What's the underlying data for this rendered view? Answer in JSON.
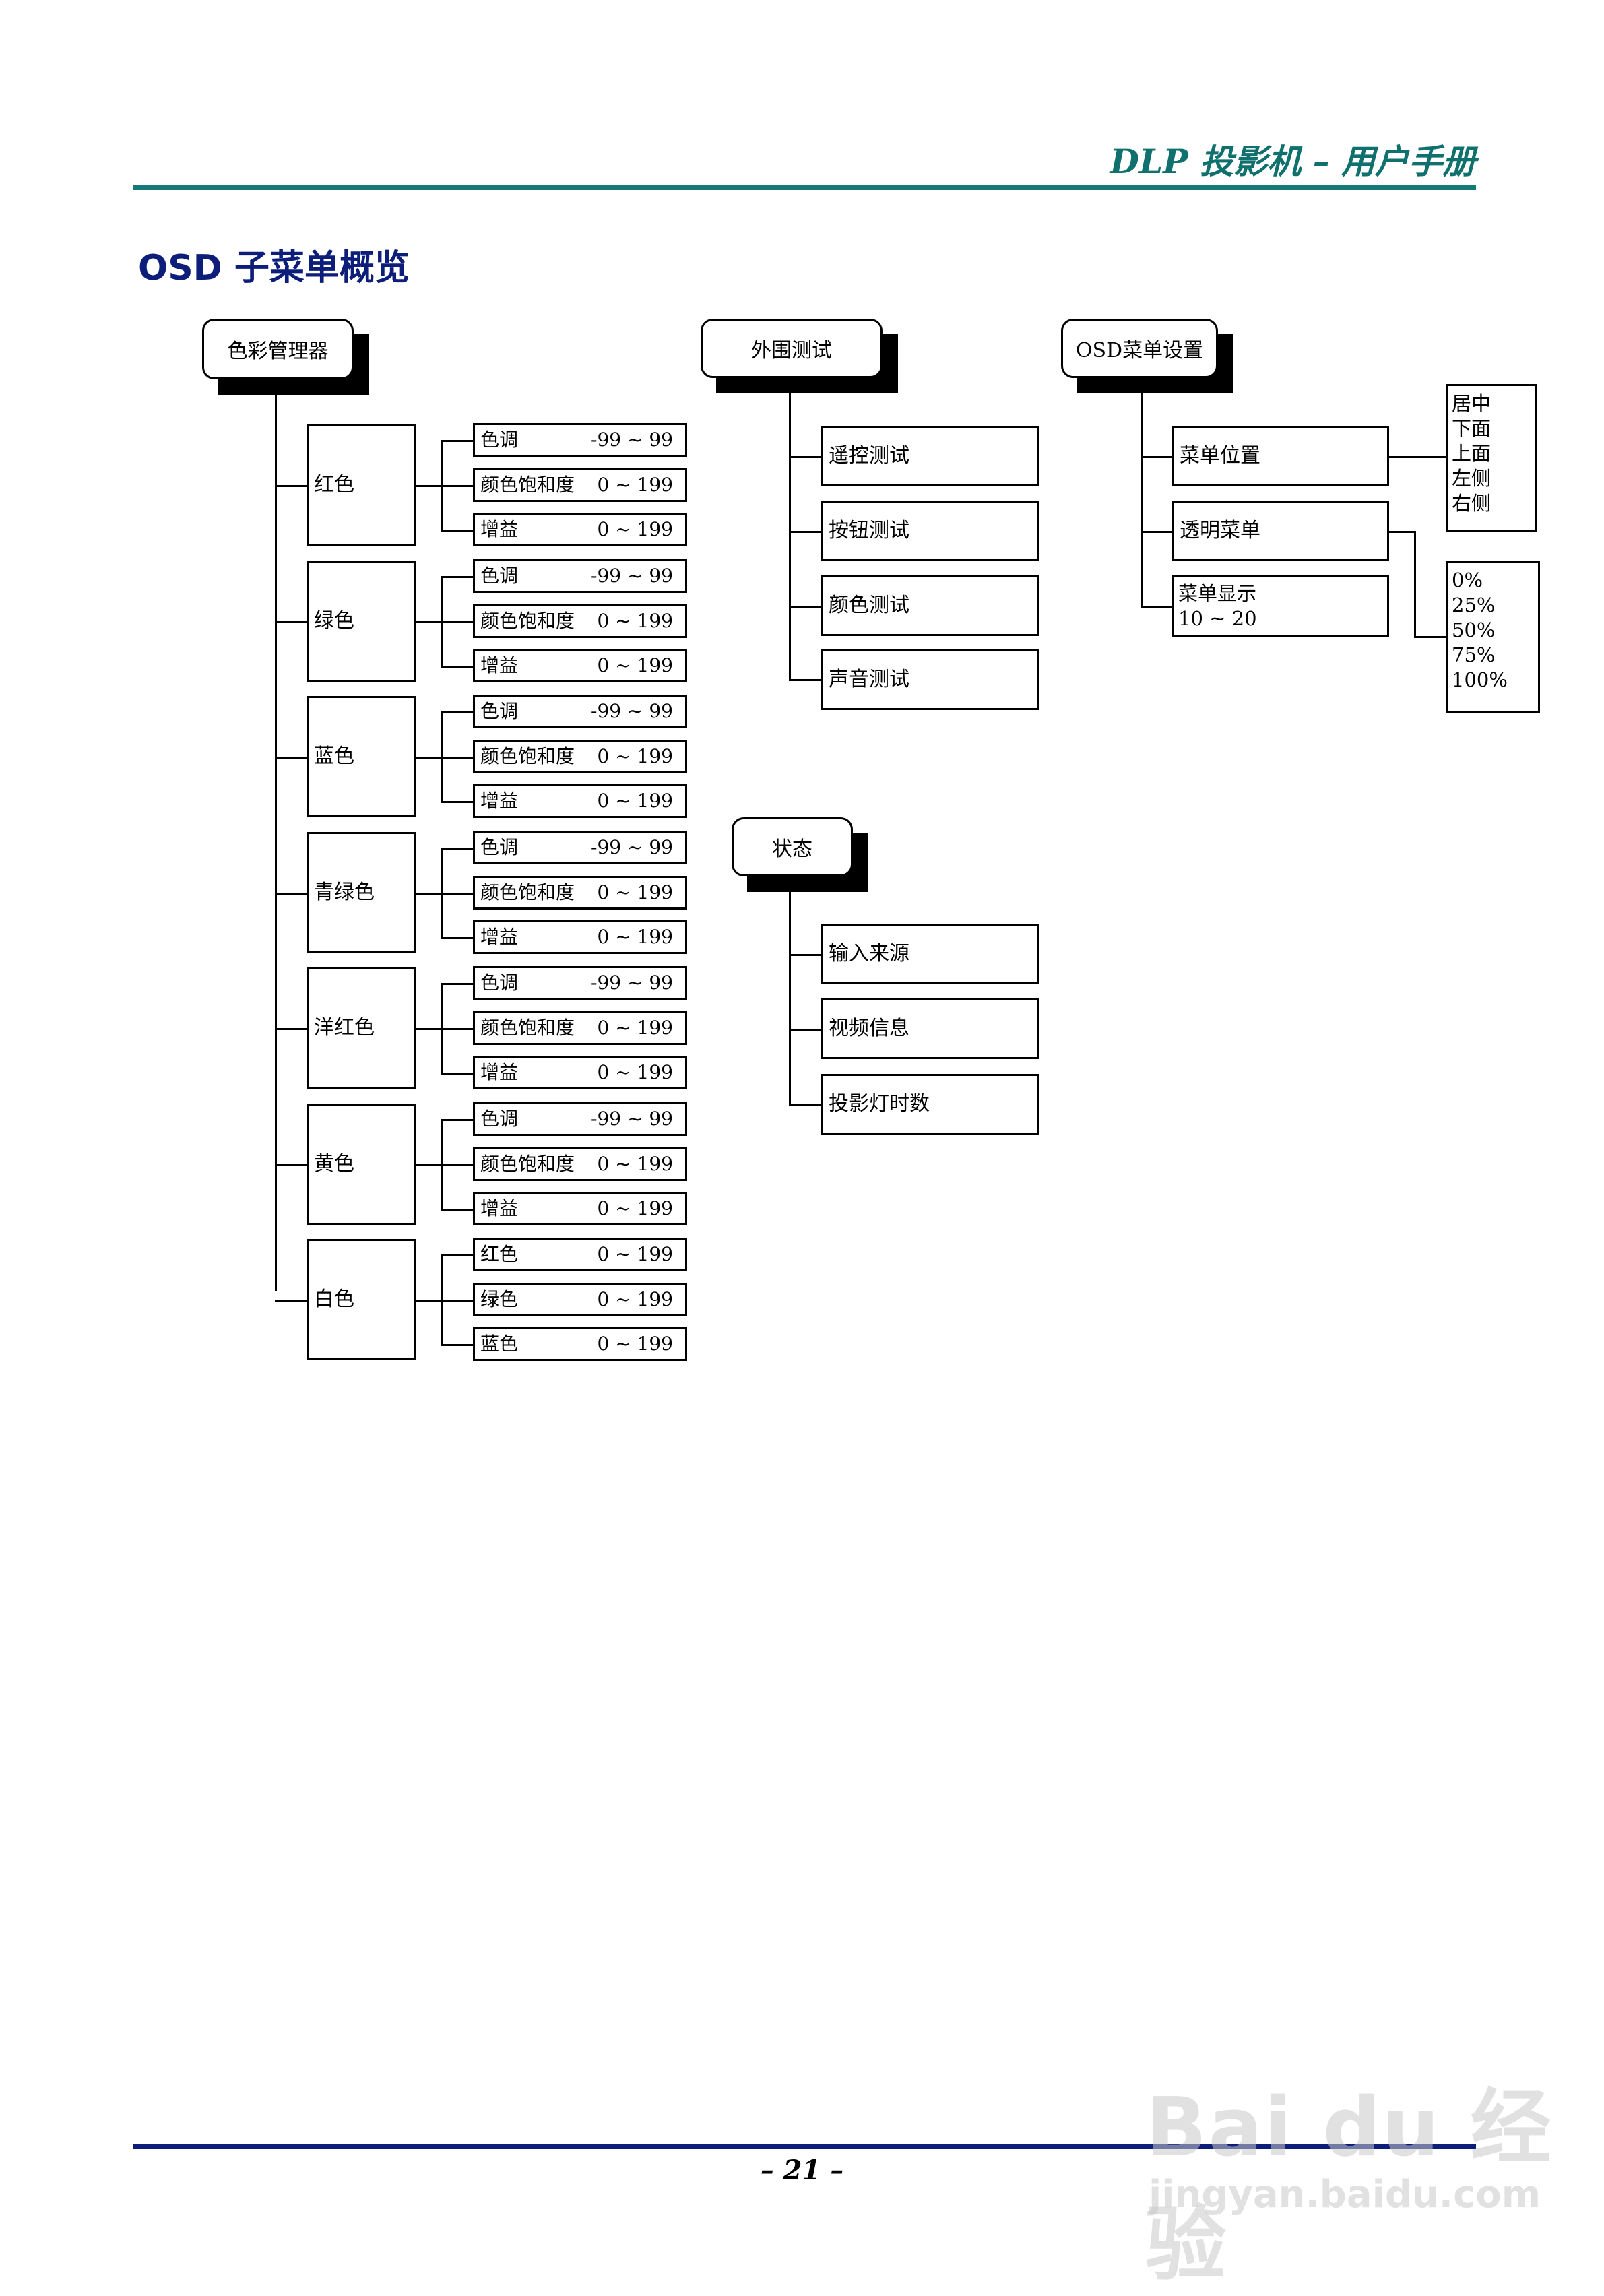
{
  "header": {
    "title": "DLP 投影机 – 用户手册"
  },
  "section": {
    "title": "OSD 子菜单概览"
  },
  "color_manager": {
    "label": "色彩管理器",
    "categories": [
      {
        "label": "红色",
        "items": [
          {
            "name": "色调",
            "range": "-99 ~ 99"
          },
          {
            "name": "颜色饱和度",
            "range": "0 ~ 199"
          },
          {
            "name": "增益",
            "range": "0 ~ 199"
          }
        ]
      },
      {
        "label": "绿色",
        "items": [
          {
            "name": "色调",
            "range": "-99 ~ 99"
          },
          {
            "name": "颜色饱和度",
            "range": "0 ~ 199"
          },
          {
            "name": "增益",
            "range": "0 ~ 199"
          }
        ]
      },
      {
        "label": "蓝色",
        "items": [
          {
            "name": "色调",
            "range": "-99 ~ 99"
          },
          {
            "name": "颜色饱和度",
            "range": "0 ~ 199"
          },
          {
            "name": "增益",
            "range": "0 ~ 199"
          }
        ]
      },
      {
        "label": "青绿色",
        "items": [
          {
            "name": "色调",
            "range": "-99 ~ 99"
          },
          {
            "name": "颜色饱和度",
            "range": "0 ~ 199"
          },
          {
            "name": "增益",
            "range": "0 ~ 199"
          }
        ]
      },
      {
        "label": "洋红色",
        "items": [
          {
            "name": "色调",
            "range": "-99 ~ 99"
          },
          {
            "name": "颜色饱和度",
            "range": "0 ~ 199"
          },
          {
            "name": "增益",
            "range": "0 ~ 199"
          }
        ]
      },
      {
        "label": "黄色",
        "items": [
          {
            "name": "色调",
            "range": "-99 ~ 99"
          },
          {
            "name": "颜色饱和度",
            "range": "0 ~ 199"
          },
          {
            "name": "增益",
            "range": "0 ~ 199"
          }
        ]
      },
      {
        "label": "白色",
        "items": [
          {
            "name": "红色",
            "range": "0 ~ 199"
          },
          {
            "name": "绿色",
            "range": "0 ~ 199"
          },
          {
            "name": "蓝色",
            "range": "0 ~ 199"
          }
        ]
      }
    ]
  },
  "peripheral_test": {
    "label": "外围测试",
    "items": [
      "遥控测试",
      "按钮测试",
      "颜色测试",
      "声音测试"
    ]
  },
  "status": {
    "label": "状态",
    "items": [
      "输入来源",
      "视频信息",
      "投影灯时数"
    ]
  },
  "osd_settings": {
    "label": "OSD菜单设置",
    "items": [
      {
        "label": "菜单位置"
      },
      {
        "label": "透明菜单"
      },
      {
        "label": "菜单显示",
        "range": "10 ~ 20"
      }
    ],
    "position_options": [
      "居中",
      "下面",
      "上面",
      "左侧",
      "右侧"
    ],
    "transparency_options": [
      "0%",
      "25%",
      "50%",
      "75%",
      "100%"
    ]
  },
  "footer": {
    "page": "– 21 –"
  },
  "watermark": {
    "logo": "Bai du 经验",
    "url": "jingyan.baidu.com"
  }
}
